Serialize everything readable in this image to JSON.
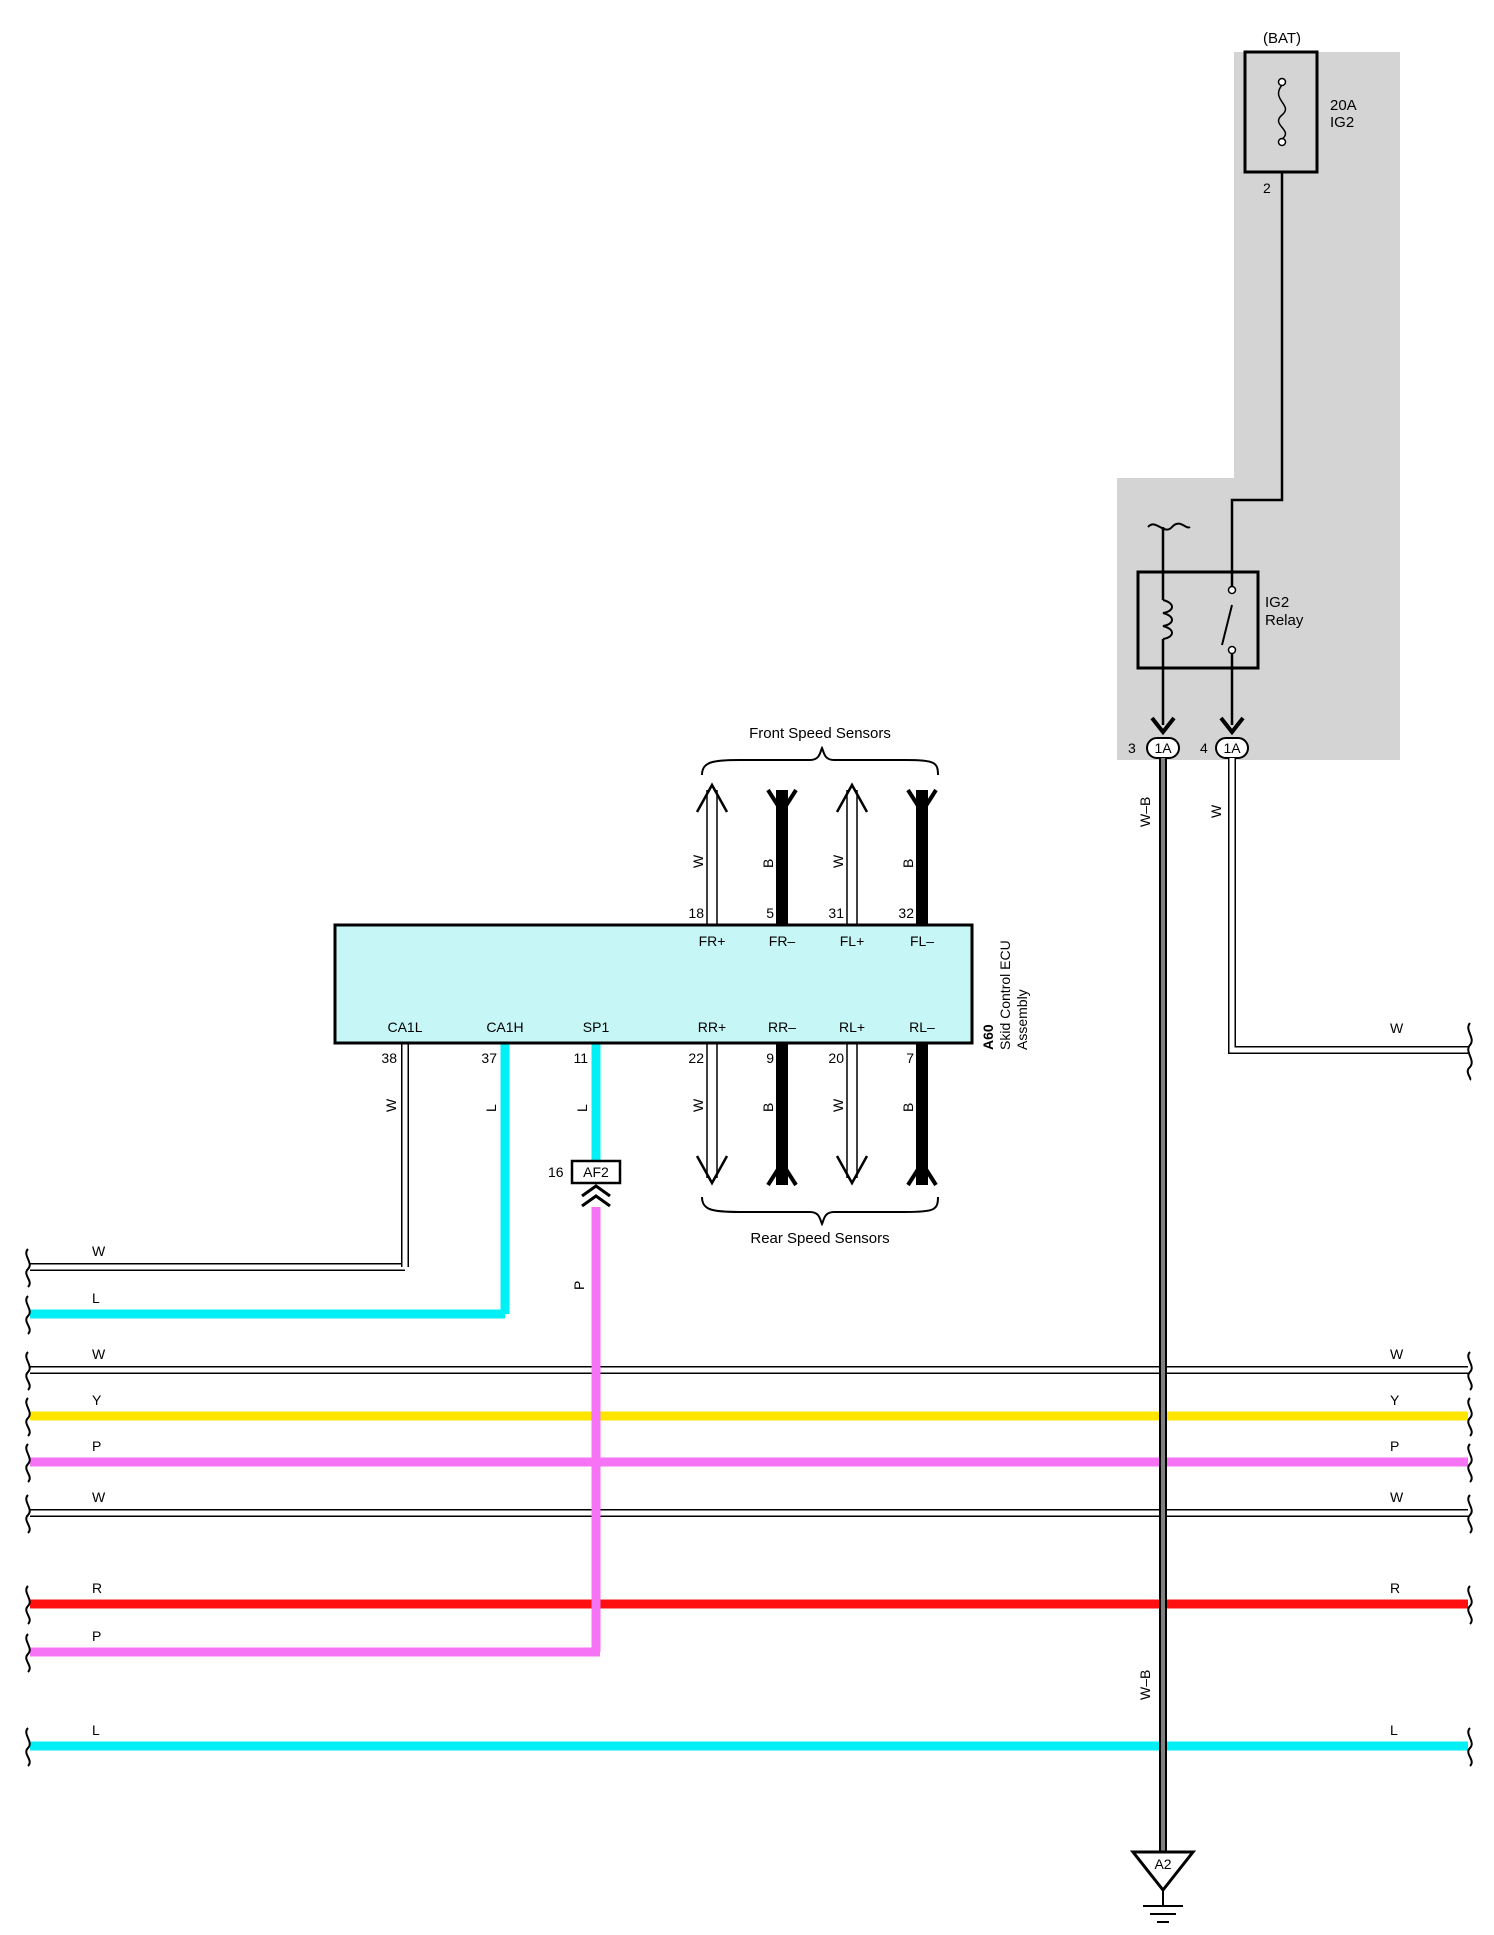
{
  "colors": {
    "W": "#ffffff",
    "B": "#000000",
    "L": "#00f0f5",
    "Y": "#ffe600",
    "P": "#f673f6",
    "R": "#ff1010",
    "shade": "#d4d4d4",
    "ecu_fill": "#c6f6f6"
  },
  "power": {
    "bat_label": "(BAT)",
    "fuse_amp": "20A",
    "fuse_name": "IG2",
    "fuse_pin": "2",
    "relay_name_1": "IG2",
    "relay_name_2": "Relay",
    "conn_3_pin": "3",
    "conn_3_label": "1A",
    "conn_4_pin": "4",
    "conn_4_label": "1A",
    "wire_wb_top": "W–B",
    "wire_w_right": "W",
    "wire_w_right_end": "W",
    "wire_wb_bottom": "W–B",
    "ground_label": "A2"
  },
  "ecu": {
    "code": "A60",
    "name_1": "Skid Control ECU",
    "name_2": "Assembly",
    "top_pins": [
      {
        "name": "FR+",
        "num": "18",
        "wire": "W"
      },
      {
        "name": "FR–",
        "num": "5",
        "wire": "B"
      },
      {
        "name": "FL+",
        "num": "31",
        "wire": "W"
      },
      {
        "name": "FL–",
        "num": "32",
        "wire": "B"
      }
    ],
    "bottom_pins": [
      {
        "name": "CA1L",
        "num": "38",
        "wire": "W"
      },
      {
        "name": "CA1H",
        "num": "37",
        "wire": "L"
      },
      {
        "name": "SP1",
        "num": "11",
        "wire": "L"
      },
      {
        "name": "RR+",
        "num": "22",
        "wire": "W"
      },
      {
        "name": "RR–",
        "num": "9",
        "wire": "B"
      },
      {
        "name": "RL+",
        "num": "20",
        "wire": "W"
      },
      {
        "name": "RL–",
        "num": "7",
        "wire": "B"
      }
    ]
  },
  "sensors": {
    "front_label": "Front Speed Sensors",
    "rear_label": "Rear Speed Sensors"
  },
  "af2": {
    "pin": "16",
    "label": "AF2",
    "wire_below": "P"
  },
  "buses": [
    {
      "color": "W",
      "left": "W",
      "right": ""
    },
    {
      "color": "L",
      "left": "L",
      "right": ""
    },
    {
      "color": "W",
      "left": "W",
      "right": "W"
    },
    {
      "color": "Y",
      "left": "Y",
      "right": "Y"
    },
    {
      "color": "P",
      "left": "P",
      "right": "P"
    },
    {
      "color": "W",
      "left": "W",
      "right": "W"
    },
    {
      "color": "R",
      "left": "R",
      "right": "R"
    },
    {
      "color": "P",
      "left": "P",
      "right": ""
    },
    {
      "color": "L",
      "left": "L",
      "right": "L"
    }
  ]
}
